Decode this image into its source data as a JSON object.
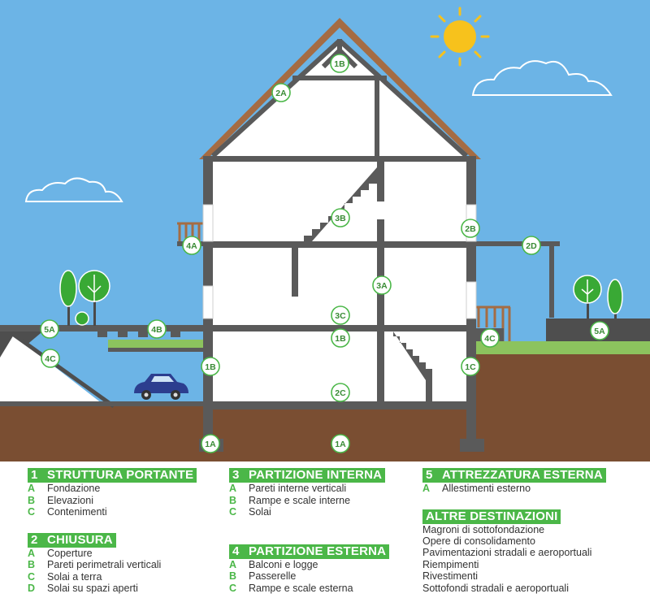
{
  "labels": {
    "l1B_top": "1B",
    "l2A": "2A",
    "l3B": "3B",
    "l2B": "2B",
    "l4A": "4A",
    "l2D": "2D",
    "l3A": "3A",
    "l3C": "3C",
    "l1B_mid": "1B",
    "l5A_left": "5A",
    "l4B": "4B",
    "l4C_left": "4C",
    "l1B_left": "1B",
    "l4C_right": "4C",
    "l5A_right": "5A",
    "l1C": "1C",
    "l2C": "2C",
    "l1A_left": "1A",
    "l1A_mid": "1A"
  },
  "legend": {
    "s1": {
      "num": "1",
      "title": "STRUTTURA PORTANTE",
      "items": [
        {
          "l": "A",
          "t": "Fondazione"
        },
        {
          "l": "B",
          "t": "Elevazioni"
        },
        {
          "l": "C",
          "t": "Contenimenti"
        }
      ]
    },
    "s2": {
      "num": "2",
      "title": "CHIUSURA",
      "items": [
        {
          "l": "A",
          "t": "Coperture"
        },
        {
          "l": "B",
          "t": "Pareti perimetrali verticali"
        },
        {
          "l": "C",
          "t": "Solai a terra"
        },
        {
          "l": "D",
          "t": "Solai su spazi aperti"
        }
      ]
    },
    "s3": {
      "num": "3",
      "title": "PARTIZIONE INTERNA",
      "items": [
        {
          "l": "A",
          "t": "Pareti interne verticali"
        },
        {
          "l": "B",
          "t": "Rampe e scale interne"
        },
        {
          "l": "C",
          "t": "Solai"
        }
      ]
    },
    "s4": {
      "num": "4",
      "title": "PARTIZIONE ESTERNA",
      "items": [
        {
          "l": "A",
          "t": "Balconi e logge"
        },
        {
          "l": "B",
          "t": "Passerelle"
        },
        {
          "l": "C",
          "t": "Rampe e scale esterna"
        }
      ]
    },
    "s5": {
      "num": "5",
      "title": "ATTREZZATURA ESTERNA",
      "items": [
        {
          "l": "A",
          "t": "Allestimenti esterno"
        }
      ]
    },
    "altre": {
      "title": "ALTRE DESTINAZIONI",
      "items": [
        "Magroni di sottofondazione",
        "Opere di consolidamento",
        "Pavimentazioni stradali e aeroportuali",
        "Riempimenti",
        "Rivestimenti",
        "Sottofondi stradali e aeroportuali"
      ]
    }
  },
  "colors": {
    "sky": "#6cb4e6",
    "wall": "#5a5a5a",
    "roof": "#a56c43",
    "green": "#4bb748",
    "soil": "#7a4e32",
    "car": "#2c3e8f"
  }
}
